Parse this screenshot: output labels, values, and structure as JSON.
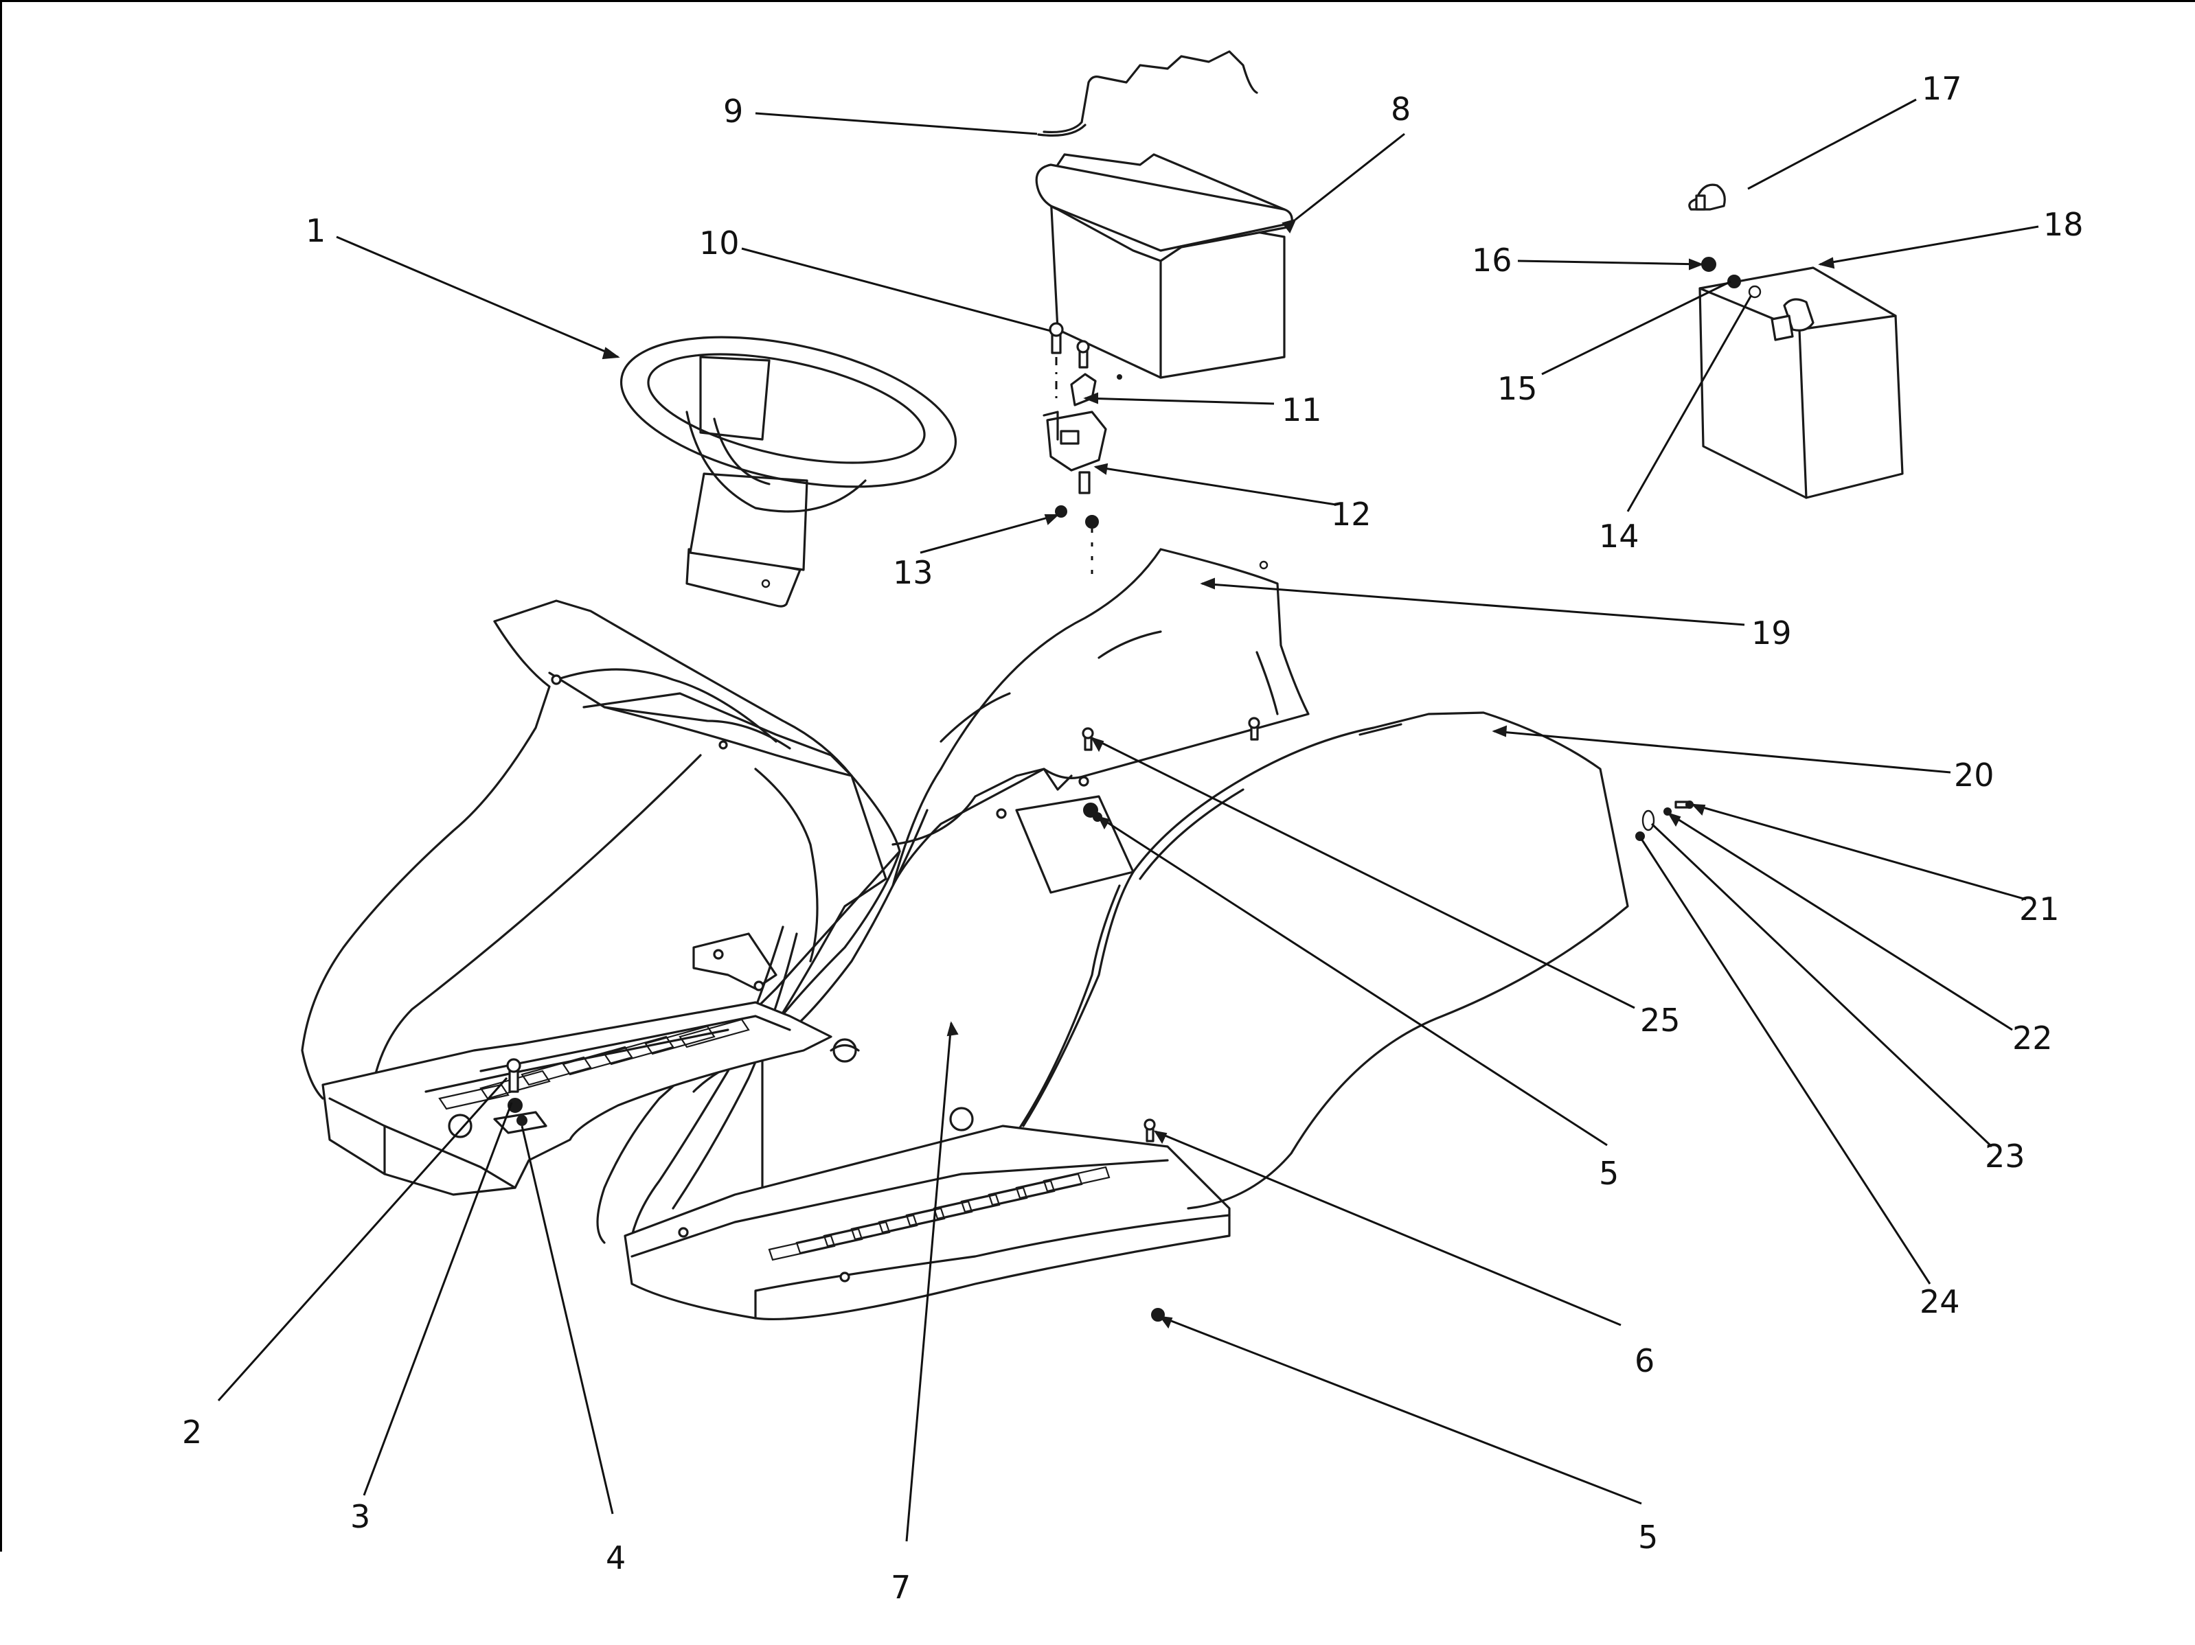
{
  "diagram": {
    "title": "Steering, battery and body panel exploded parts view",
    "callouts": [
      {
        "id": "c1",
        "text": "1",
        "part": "steering wheel"
      },
      {
        "id": "c2",
        "text": "2",
        "part": "screw"
      },
      {
        "id": "c3",
        "text": "3",
        "part": "bolt"
      },
      {
        "id": "c4",
        "text": "4",
        "part": "washer"
      },
      {
        "id": "c5a",
        "text": "5",
        "part": "nut"
      },
      {
        "id": "c5b",
        "text": "5",
        "part": "nut"
      },
      {
        "id": "c6",
        "text": "6",
        "part": "screw"
      },
      {
        "id": "c7",
        "text": "7",
        "part": "floor panel"
      },
      {
        "id": "c8",
        "text": "8",
        "part": "battery"
      },
      {
        "id": "c9",
        "text": "9",
        "part": "hold-down rod"
      },
      {
        "id": "c10",
        "text": "10",
        "part": "bolt"
      },
      {
        "id": "c11",
        "text": "11",
        "part": "bracket"
      },
      {
        "id": "c12",
        "text": "12",
        "part": "ignition switch"
      },
      {
        "id": "c13",
        "text": "13",
        "part": "nut"
      },
      {
        "id": "c14",
        "text": "14",
        "part": "terminal"
      },
      {
        "id": "c15",
        "text": "15",
        "part": "washer"
      },
      {
        "id": "c16",
        "text": "16",
        "part": "nut"
      },
      {
        "id": "c17",
        "text": "17",
        "part": "terminal cap"
      },
      {
        "id": "c18",
        "text": "18",
        "part": "battery"
      },
      {
        "id": "c19",
        "text": "19",
        "part": "dash cover"
      },
      {
        "id": "c20",
        "text": "20",
        "part": "rear fender"
      },
      {
        "id": "c21",
        "text": "21",
        "part": "screw"
      },
      {
        "id": "c22",
        "text": "22",
        "part": "washer"
      },
      {
        "id": "c23",
        "text": "23",
        "part": "washer"
      },
      {
        "id": "c24",
        "text": "24",
        "part": "nut"
      },
      {
        "id": "c25",
        "text": "25",
        "part": "screw"
      }
    ]
  }
}
